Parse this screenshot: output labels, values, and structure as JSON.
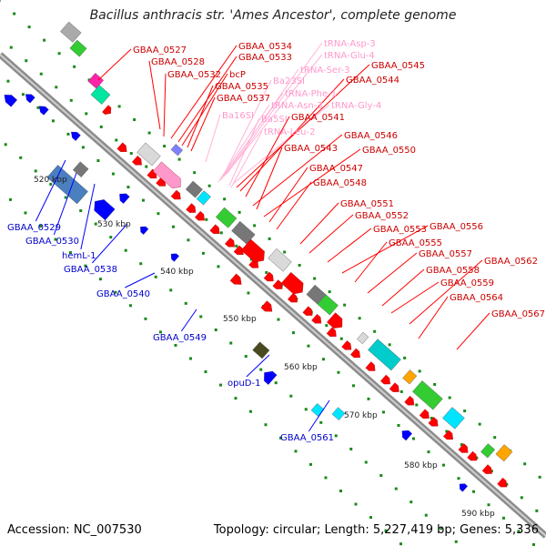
{
  "title": "Bacillus anthracis str. 'Ames Ancestor', complete genome",
  "footer": {
    "accession": "Accession: NC_007530",
    "summary": "Topology: circular; Length: 5,227,419 bp; Genes: 5,336"
  },
  "colors": {
    "forward_gene": "#ff0000",
    "reverse_gene": "#0000ff",
    "rna": "#ff99cc",
    "backbone": "#8c8c8c",
    "tick_dots": "#1a8a1a"
  },
  "scale_labels": [
    {
      "text": "520 kbp"
    },
    {
      "text": "530 kbp"
    },
    {
      "text": "540 kbp"
    },
    {
      "text": "550 kbp"
    },
    {
      "text": "560 kbp"
    },
    {
      "text": "570 kbp"
    },
    {
      "text": "580 kbp"
    },
    {
      "text": "590 kbp"
    }
  ],
  "forward_labels": [
    {
      "text": "GBAA_0527",
      "type": "cds"
    },
    {
      "text": "GBAA_0528",
      "type": "cds"
    },
    {
      "text": "GBAA_0532",
      "type": "cds"
    },
    {
      "text": "GBAA_0534",
      "type": "cds"
    },
    {
      "text": "GBAA_0533",
      "type": "cds"
    },
    {
      "text": "bcP",
      "type": "cds"
    },
    {
      "text": "GBAA_0535",
      "type": "cds"
    },
    {
      "text": "GBAA_0537",
      "type": "cds"
    },
    {
      "text": "tRNA-Asp-3",
      "type": "rna"
    },
    {
      "text": "tRNA-Glu-4",
      "type": "rna"
    },
    {
      "text": "tRNA-Ser-3",
      "type": "rna"
    },
    {
      "text": "Ba23SI",
      "type": "rna"
    },
    {
      "text": "tRNA-Phe-1",
      "type": "rna"
    },
    {
      "text": "tRNA-Asn-3",
      "type": "rna"
    },
    {
      "text": "tRNA-Gly-4",
      "type": "rna"
    },
    {
      "text": "Ba16SI",
      "type": "rna"
    },
    {
      "text": "Ba5SI",
      "type": "rna"
    },
    {
      "text": "tRNA-Leu-2",
      "type": "rna"
    },
    {
      "text": "GBAA_0545",
      "type": "cds"
    },
    {
      "text": "GBAA_0544",
      "type": "cds"
    },
    {
      "text": "GBAA_0541",
      "type": "cds"
    },
    {
      "text": "GBAA_0546",
      "type": "cds"
    },
    {
      "text": "GBAA_0543",
      "type": "cds"
    },
    {
      "text": "GBAA_0550",
      "type": "cds"
    },
    {
      "text": "GBAA_0547",
      "type": "cds"
    },
    {
      "text": "GBAA_0548",
      "type": "cds"
    },
    {
      "text": "GBAA_0551",
      "type": "cds"
    },
    {
      "text": "GBAA_0552",
      "type": "cds"
    },
    {
      "text": "GBAA_0553",
      "type": "cds"
    },
    {
      "text": "GBAA_0556",
      "type": "cds"
    },
    {
      "text": "GBAA_0555",
      "type": "cds"
    },
    {
      "text": "GBAA_0557",
      "type": "cds"
    },
    {
      "text": "GBAA_0562",
      "type": "cds"
    },
    {
      "text": "GBAA_0558",
      "type": "cds"
    },
    {
      "text": "GBAA_0559",
      "type": "cds"
    },
    {
      "text": "GBAA_0564",
      "type": "cds"
    },
    {
      "text": "GBAA_0567",
      "type": "cds"
    }
  ],
  "reverse_labels": [
    {
      "text": "GBAA_0529"
    },
    {
      "text": "GBAA_0530"
    },
    {
      "text": "hemL-1"
    },
    {
      "text": "GBAA_0538"
    },
    {
      "text": "GBAA_0540"
    },
    {
      "text": "GBAA_0549"
    },
    {
      "text": "opuD-1"
    },
    {
      "text": "GBAA_0561"
    }
  ]
}
